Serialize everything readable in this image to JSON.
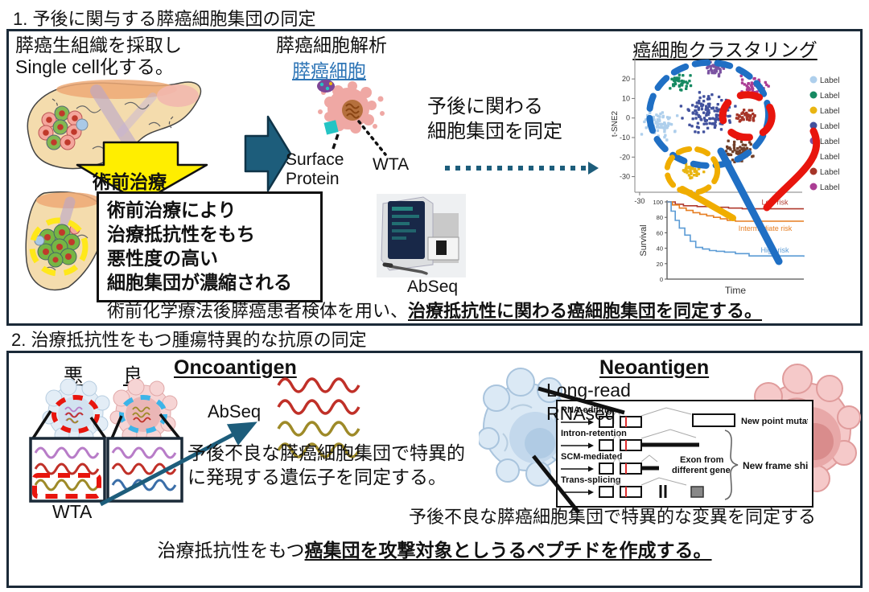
{
  "titles": {
    "section1": "1. 予後に関与する膵癌細胞集団の同定",
    "section2": "2. 治療抵抗性をもつ腫瘍特異的な抗原の同定"
  },
  "section1": {
    "intro1": "膵癌生組織を採取し",
    "intro2": "Single cell化する。",
    "preop_arrow": "術前治療",
    "info1": "術前治療により",
    "info2": "治療抵抗性をもち",
    "info3": "悪性度の高い",
    "info4": "細胞集団が濃縮される",
    "analysis_title": "膵癌細胞解析",
    "cancer_cell_link": "膵癌細胞",
    "surface1": "Surface",
    "surface2": "Protein",
    "wta": "WTA",
    "identify1": "予後に関わる",
    "identify2": "細胞集団を同定",
    "abseq": "AbSeq",
    "clustering_title": "癌細胞クラスタリング",
    "summary_plain": "術前化学療法後膵癌患者検体を用い、",
    "summary_emph": "治療抵抗性に関わる癌細胞集団を同定する。"
  },
  "section2": {
    "bad": "悪",
    "good": "良",
    "onco_title": "Oncoantigen",
    "abseq": "AbSeq",
    "wta": "WTA",
    "onco_text1": "予後不良な膵癌細胞集団で特異的",
    "onco_text2": "に発現する遺伝子を同定する。",
    "neo_title": "Neoantigen",
    "longread1": "Long-read",
    "longread2": "RNAseq",
    "neo_text": "予後不良な膵癌細胞集団で特異的な変異を同定する",
    "summary_plain": "治療抵抗性をもつ",
    "summary_emph": "癌集団を攻撃対象としうるペプチドを作成する。"
  },
  "waves": {
    "box_bad": [
      "#b87cc8",
      "#c03028",
      "#9e8a28"
    ],
    "box_good": [
      "#b87cc8",
      "#c03028",
      "#3a6ea8"
    ],
    "onco_result": [
      "#c03028",
      "#c03028",
      "#9e8a28",
      "#9e8a28"
    ]
  },
  "colors": {
    "accent_teal": "#1d5d7b",
    "highlight_yellow": "#ffee00",
    "alert_red": "#e8150d",
    "link_blue": "#2e75b6"
  },
  "chart_data": [
    {
      "type": "scatter",
      "name": "tsne-clustering",
      "title": "癌細胞クラスタリング",
      "xlabel": "",
      "ylabel": "t-SNE2",
      "xlim": [
        -32,
        38
      ],
      "ylim": [
        -38,
        32
      ],
      "yticks": [
        20,
        10,
        0,
        -10,
        -20,
        -30
      ],
      "xticks": [
        -30
      ],
      "legend_position": "right",
      "grid": false,
      "clusters": [
        {
          "label": "Label",
          "color": "#aecfec",
          "cx": -21,
          "cy": -4,
          "spread": 6.0,
          "n": 70
        },
        {
          "label": "Label",
          "color": "#168a62",
          "cx": -13,
          "cy": 18,
          "spread": 4.0,
          "n": 42
        },
        {
          "label": "Label",
          "color": "#e9b512",
          "cx": -8,
          "cy": -27,
          "spread": 3.6,
          "n": 40,
          "highlight": "#f0ad00"
        },
        {
          "label": "Label",
          "color": "#42529e",
          "cx": -1,
          "cy": 2,
          "spread": 8.5,
          "n": 120,
          "highlight": "#1f6fc4"
        },
        {
          "label": "Label",
          "color": "#7a52a1",
          "cx": 1,
          "cy": 26,
          "spread": 3.8,
          "n": 38
        },
        {
          "label": "Label",
          "color": "#70402a",
          "cx": 12,
          "cy": -17,
          "spread": 5.0,
          "n": 55
        },
        {
          "label": "Label",
          "color": "#a63528",
          "cx": 15,
          "cy": 1,
          "spread": 3.4,
          "n": 40,
          "highlight": "#e8150d"
        },
        {
          "label": "Label",
          "color": "#ab3d94",
          "cx": 18,
          "cy": 16,
          "spread": 4.6,
          "n": 48
        }
      ]
    },
    {
      "type": "line",
      "name": "survival-curves",
      "xlabel": "Time",
      "ylabel": "Survival",
      "xlim": [
        0,
        10
      ],
      "ylim": [
        0,
        100
      ],
      "yticks": [
        0,
        20,
        40,
        60,
        80,
        100
      ],
      "series": [
        {
          "name": "Low risk",
          "color": "#b03a2e",
          "steps": [
            [
              0,
              100
            ],
            [
              0.6,
              97
            ],
            [
              1.2,
              95
            ],
            [
              2.2,
              94
            ],
            [
              3.2,
              93
            ],
            [
              4.5,
              92
            ],
            [
              5.5,
              91
            ],
            [
              10,
              91
            ]
          ]
        },
        {
          "name": "Intermediate risk",
          "color": "#e67e22",
          "steps": [
            [
              0,
              100
            ],
            [
              0.4,
              96
            ],
            [
              0.9,
              92
            ],
            [
              1.4,
              89
            ],
            [
              1.9,
              86
            ],
            [
              2.4,
              84
            ],
            [
              2.9,
              82
            ],
            [
              3.4,
              80
            ],
            [
              3.9,
              78
            ],
            [
              4.4,
              76
            ],
            [
              5,
              75
            ],
            [
              10,
              75
            ]
          ]
        },
        {
          "name": "High risk",
          "color": "#5b9bd5",
          "steps": [
            [
              0,
              100
            ],
            [
              0.3,
              88
            ],
            [
              0.6,
              76
            ],
            [
              0.9,
              66
            ],
            [
              1.3,
              57
            ],
            [
              1.7,
              49
            ],
            [
              2.1,
              41
            ],
            [
              2.6,
              39
            ],
            [
              3.1,
              37
            ],
            [
              3.6,
              36
            ],
            [
              4.2,
              35
            ],
            [
              5,
              33
            ],
            [
              6,
              30
            ],
            [
              10,
              29
            ]
          ]
        }
      ]
    },
    {
      "type": "diagram",
      "name": "neoantigen-mechanisms",
      "rows": [
        "RNA-editing",
        "Intron-retention",
        "SCM-mediated",
        "Trans-splicing"
      ],
      "annotations": {
        "exon1": "Exon from",
        "exon2": "different gene",
        "point_mutation": "New point mutation",
        "frame_shift": "New frame shift"
      }
    }
  ]
}
